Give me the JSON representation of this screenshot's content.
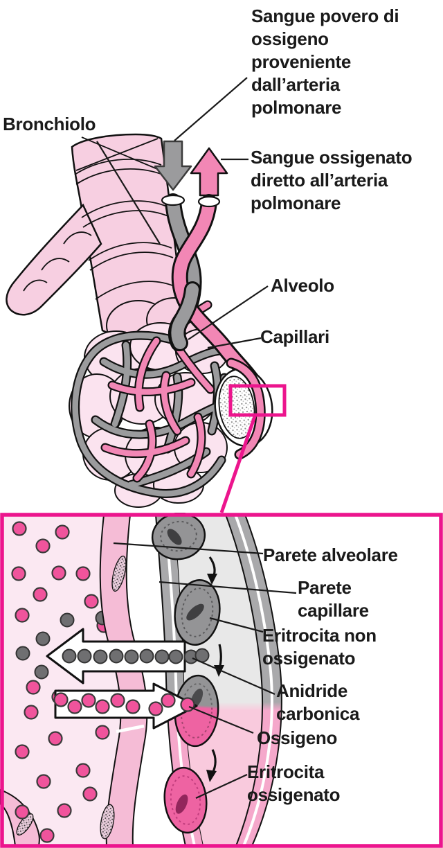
{
  "main_illustration": {
    "labels": {
      "bronchiolo": "Bronchiolo",
      "sangue_povero": "Sangue povero di\nossigeno\nproveniente\ndall’arteria\npolmonare",
      "sangue_ossigenato": "Sangue ossigenato\ndiretto all’arteria\npolmonare",
      "alveolo": "Alveolo",
      "capillari": "Capillari"
    }
  },
  "inset": {
    "labels": {
      "parete_alveolare": "Parete alveolare",
      "parete_capillare": "Parete\ncapillare",
      "eritrocita_non_ossigenato": "Eritrocita non\nossigenato",
      "anidride_carbonica": "Anidride\ncarbonica",
      "ossigeno": "Ossigeno",
      "eritrocita_ossigenato": "Eritrocita\nossigenato"
    }
  },
  "colors": {
    "callout_magenta": "#ec158d",
    "oxygenated_pink": "#f287b5",
    "deoxygenated_gray": "#9b9b9d",
    "tissue_light_pink": "#f7cfe1",
    "alveolus_fill": "#fbe3ef",
    "air_space": "#fbe8f2",
    "alveolar_wall": "#f5bcd6",
    "plasma_gray": "#e8e8e8",
    "plasma_pink": "#f9cadd",
    "erythrocyte_gray": "#949496",
    "erythrocyte_pink": "#ee63a2",
    "oxygen_dot": "#f0549c",
    "co2_dot": "#6f6f71",
    "label_text": "#1a1a1a"
  }
}
